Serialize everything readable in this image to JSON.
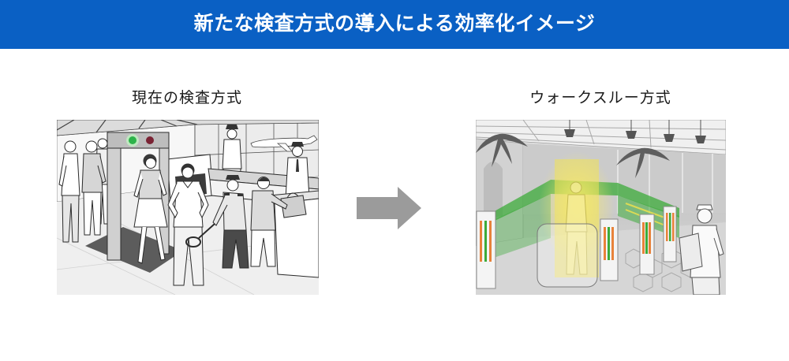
{
  "header": {
    "title": "新たな検査方式の導入による効率化イメージ"
  },
  "current_method": {
    "label": "現在の検査方式",
    "illustration": "metal-detector-gate-illustration"
  },
  "transition": {
    "icon": "right-arrow-icon"
  },
  "walkthrough_method": {
    "label": "ウォークスルー方式",
    "illustration": "walkthrough-gate-illustration"
  },
  "colors": {
    "title_bar": "#0a60c4",
    "title_text": "#ffffff",
    "arrow": "#9b9b9b",
    "label_text": "#1a1a1a",
    "gate_green": "#3cab3a",
    "gate_yellow": "#f3e34c",
    "stripe_orange": "#e8823a",
    "detector_green_light": "#2db34a",
    "detector_red_light": "#7a2334"
  }
}
